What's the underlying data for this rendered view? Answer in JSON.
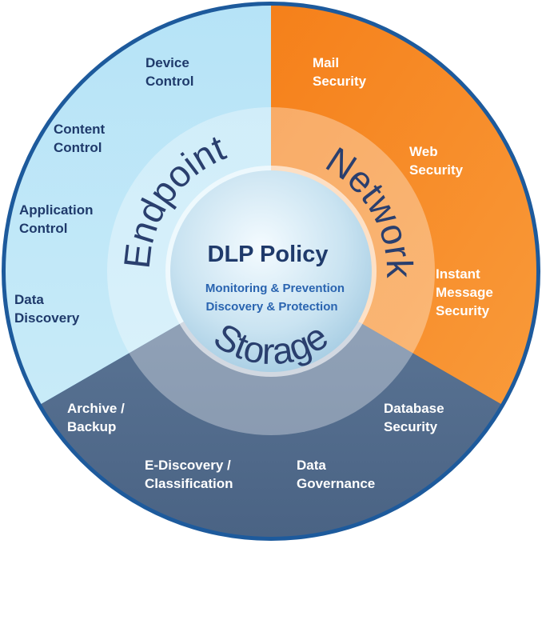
{
  "center": {
    "title": "DLP Policy",
    "line1": "Monitoring & Prevention",
    "line2": "Discovery & Protection"
  },
  "segments": {
    "endpoint": {
      "title": "Endpoint",
      "color": "#bfe6f6",
      "items": [
        [
          "Device",
          "Control"
        ],
        [
          "Content",
          "Control"
        ],
        [
          "Application",
          "Control"
        ],
        [
          "Data",
          "Discovery"
        ]
      ]
    },
    "network": {
      "title": "Network",
      "color": "#f7891e",
      "items": [
        [
          "Mail",
          "Security"
        ],
        [
          "Web",
          "Security"
        ],
        [
          "Instant",
          "Message",
          "Security"
        ]
      ]
    },
    "storage": {
      "title": "Storage",
      "color": "#586f8e",
      "items": [
        [
          "Archive /",
          "Backup"
        ],
        [
          "E-Discovery /",
          "Classification"
        ],
        [
          "Data",
          "Governance"
        ],
        [
          "Database",
          "Security"
        ]
      ]
    }
  },
  "colors": {
    "ring_border": "#1d5a9c",
    "center_fill": "#cfe6f2",
    "inner_ring": "#e8f3f8"
  }
}
